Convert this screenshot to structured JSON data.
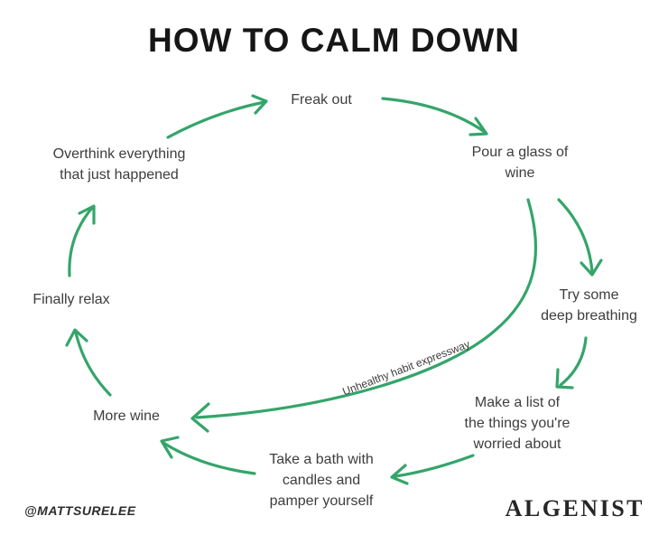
{
  "title": "HOW TO CALM DOWN",
  "colors": {
    "arrow": "#34a56a",
    "text": "#3d3d3d",
    "title": "#161616",
    "background": "#ffffff"
  },
  "cycle": {
    "nodes": [
      {
        "id": "freak-out",
        "label": "Freak out"
      },
      {
        "id": "pour-wine",
        "label": "Pour a glass of\nwine"
      },
      {
        "id": "deep-breathing",
        "label": "Try some\ndeep breathing"
      },
      {
        "id": "make-list",
        "label": "Make a list of\nthe things you're\nworried about"
      },
      {
        "id": "take-bath",
        "label": "Take a bath with\ncandles and\npamper yourself"
      },
      {
        "id": "more-wine",
        "label": "More wine"
      },
      {
        "id": "finally-relax",
        "label": "Finally relax"
      },
      {
        "id": "overthink",
        "label": "Overthink everything\nthat just happened"
      }
    ],
    "shortcut_label": "Unhealthy habit expressway"
  },
  "footer": {
    "credit": "@MATTSURELEE",
    "brand": "ALGENIST"
  }
}
